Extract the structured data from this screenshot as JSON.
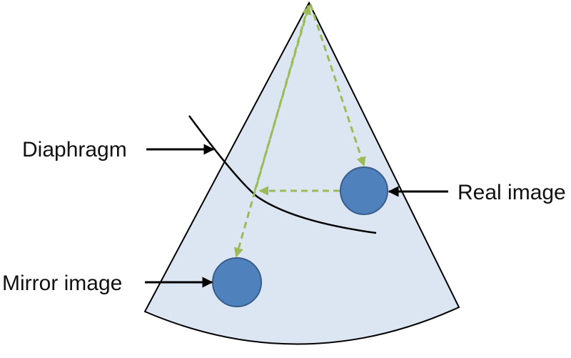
{
  "labels": {
    "diaphragm": "Diaphragm",
    "real_image": "Real image",
    "mirror_image": "Mirror image"
  },
  "colors": {
    "sector_fill": "#dce6f2",
    "sector_stroke": "#000000",
    "circle_fill": "#4f81bd",
    "circle_stroke": "#385d8a",
    "beam": "#9bbb59",
    "arrow": "#000000",
    "text": "#111111",
    "background": "#ffffff"
  }
}
